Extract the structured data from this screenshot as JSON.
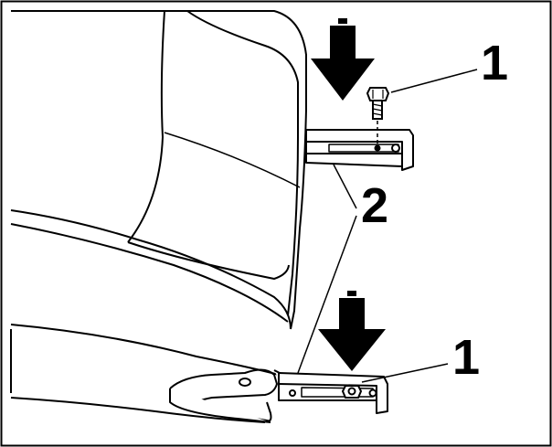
{
  "callouts": {
    "bolt_top": "1",
    "rails": "2",
    "bolt_bottom": "1"
  },
  "colors": {
    "line": "#000000",
    "fill": "#ffffff",
    "frame": "#000000"
  }
}
